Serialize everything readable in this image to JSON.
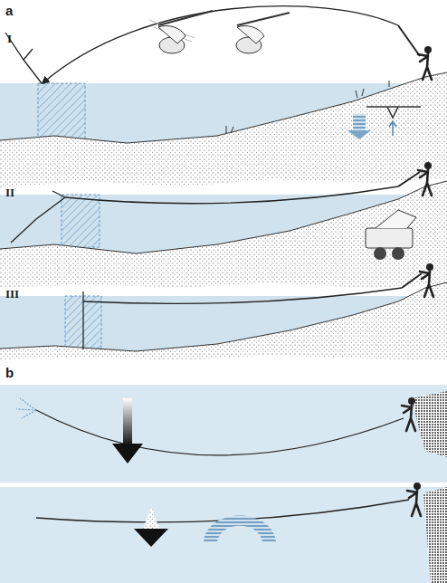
{
  "diagram": {
    "labels": [
      "a",
      "I",
      "II",
      "III",
      "b"
    ]
  }
}
